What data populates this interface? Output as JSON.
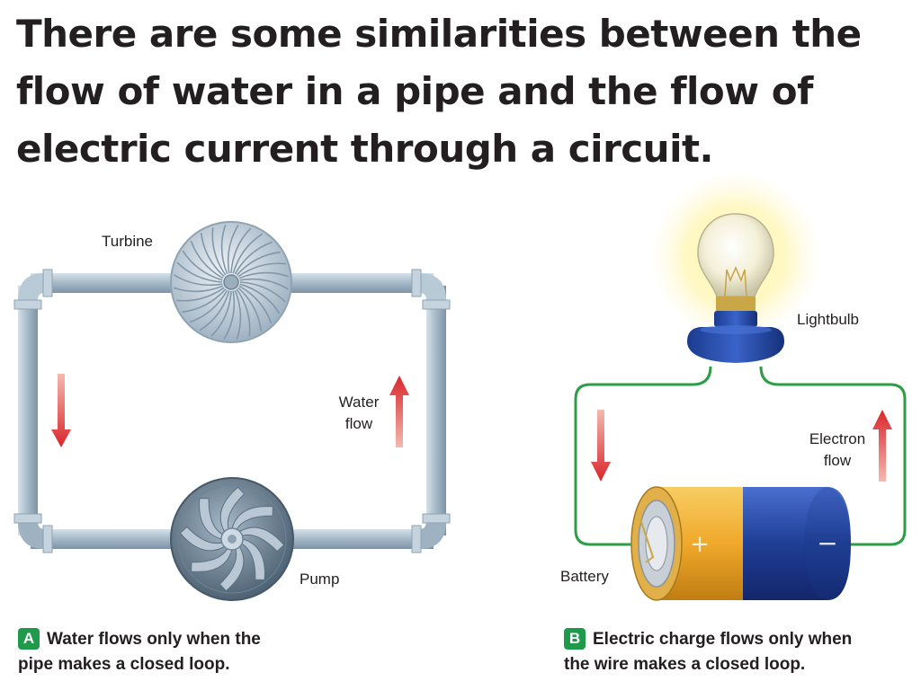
{
  "headline": "There are some similarities between the flow of water in a pipe and the flow of electric current through a circuit.",
  "panel_a": {
    "turbine_label": "Turbine",
    "pump_label": "Pump",
    "flow_label_line1": "Water",
    "flow_label_line2": "flow",
    "badge": "A",
    "caption_line1": "Water flows only when the",
    "caption_line2": "pipe makes a closed loop."
  },
  "panel_b": {
    "lightbulb_label": "Lightbulb",
    "battery_label": "Battery",
    "flow_label_line1": "Electron",
    "flow_label_line2": "flow",
    "plus_sign": "+",
    "minus_sign": "−",
    "badge": "B",
    "caption_line1": "Electric charge flows only when",
    "caption_line2": "the wire makes a closed loop."
  },
  "colors": {
    "pipe": "#a9bccb",
    "wire": "#2e9e46",
    "arrow": "#d9262b",
    "badge": "#1f9a4a",
    "battery_gold": "#f0a92b",
    "battery_blue": "#1f3e95"
  }
}
